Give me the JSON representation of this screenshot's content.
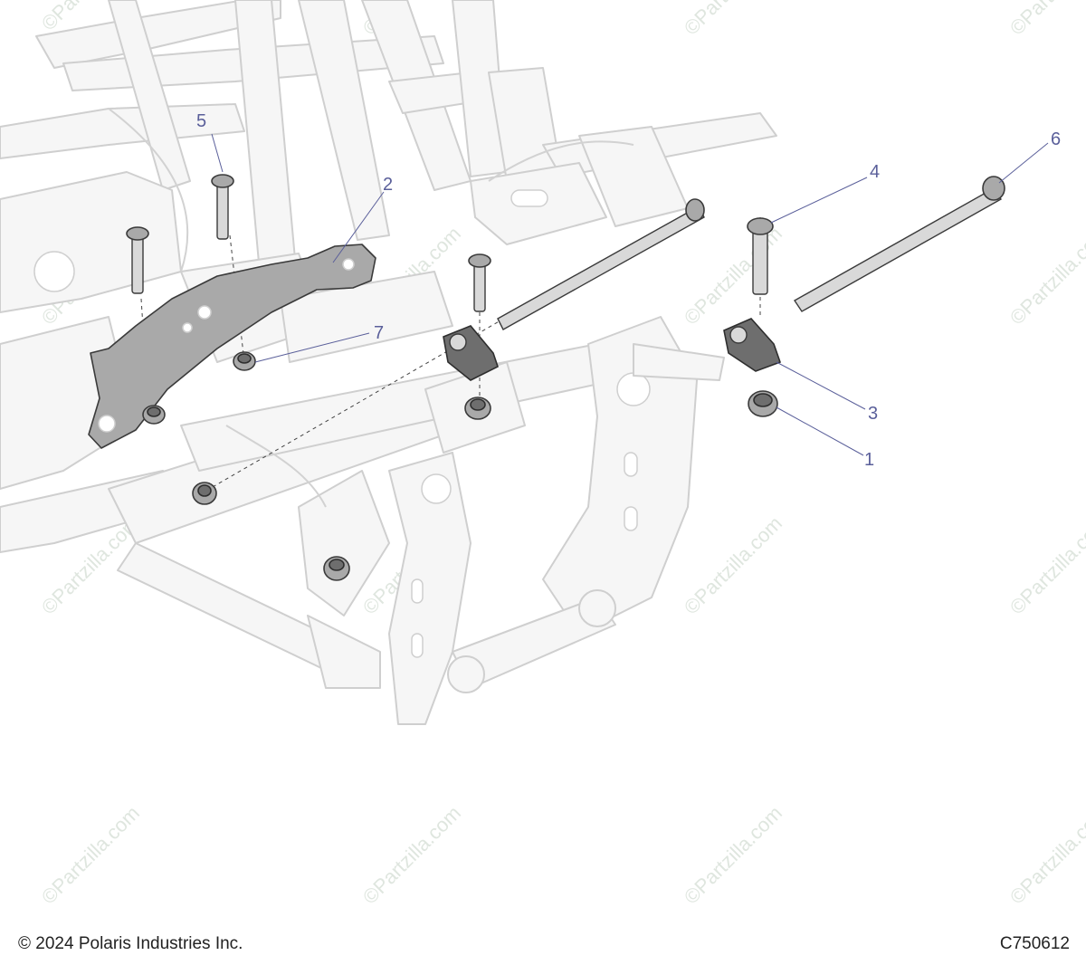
{
  "callouts": [
    "1",
    "2",
    "3",
    "4",
    "5",
    "6",
    "7"
  ],
  "watermark": "©Partzilla.com",
  "footer": {
    "copyright": "© 2024 Polaris Industries Inc.",
    "drawing_id": "C750612"
  }
}
